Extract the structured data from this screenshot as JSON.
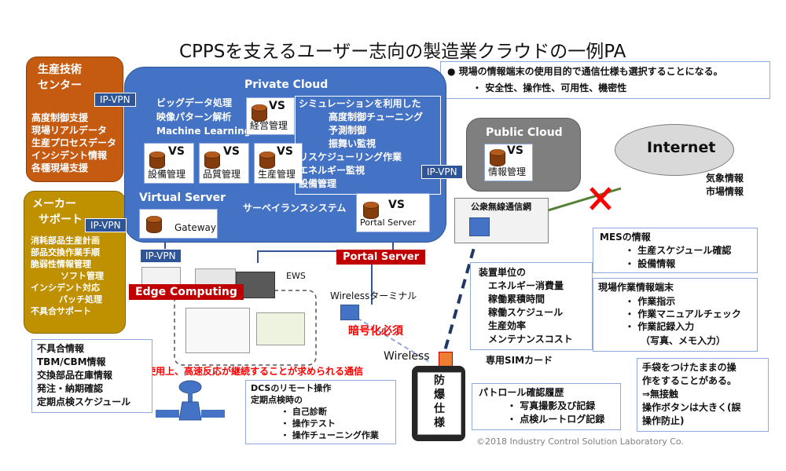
{
  "title": "CPPSを支えるユーザー志向の製造業クラウドの一例PA",
  "note_top": {
    "line1": "現場の情報端末の使用目的で通信仕様も選択することになる。",
    "line2": "安全性、操作性、可用性、機密性"
  },
  "tech_center": {
    "title1": "生産技術",
    "title2": "センター",
    "items": [
      "高度制御支援",
      "現場リアルデータ",
      "生産プロセスデータ",
      "インシデント情報",
      "各種現場支援"
    ]
  },
  "maker": {
    "title1": "メーカー",
    "title2": "サポート",
    "items": [
      "消耗部品生産計画",
      "部品交換作業手順",
      "脆弱性情報管理",
      "ソフト管理",
      "インシデント対応",
      "パッチ処理",
      "不具合サポート"
    ]
  },
  "vpn_label": "IP-VPN",
  "private_cloud": {
    "title": "Private Cloud",
    "analytics": [
      "ビッグデータ処理",
      "映像パターン解析",
      "Machine Learning"
    ],
    "vs_label": "VS",
    "vs_keiei": "経営管理",
    "vs_setsubi": "設備管理",
    "vs_hinshitsu": "品質管理",
    "vs_seisan": "生産管理",
    "simulation": [
      "シミュレーションを利用した",
      "高度制御チューニング",
      "予測制御",
      "振舞い監視",
      "リスケジューリング作業",
      "エネルギー監視",
      "設備管理"
    ],
    "virtual_server": "Virtual Server",
    "gateway": "Gateway",
    "surveillance": "サーベイランスシステム",
    "portal_server": "Portal Server"
  },
  "public_cloud": {
    "title": "Public Cloud",
    "vs_label": "VS",
    "info_mgmt": "情報管理"
  },
  "internet": "Internet",
  "weather": [
    "気象情報",
    "市場情報"
  ],
  "wireless_network": "公衆無線通信網",
  "portal_server_label": "Portal Server",
  "edge_computing": "Edge Computing",
  "ews": "EWS",
  "wireless_terminal": "Wirelessターミナル",
  "encryption": "暗号化必須",
  "wireless": "Wireless",
  "sim_card": "専用SIMカード",
  "tablet_text": [
    "防",
    "爆",
    "仕",
    "様"
  ],
  "realtime_note": "使用上、高速反応が継続することが求められる通信",
  "equipment": {
    "title": "装置単位の",
    "items": [
      "エネルギー消費量",
      "稼働累積時間",
      "稼働スケジュール",
      "生産効率",
      "メンテナンスコスト"
    ]
  },
  "mes": {
    "title": "MESの情報",
    "items": [
      "生産スケジュール確認",
      "設備情報"
    ]
  },
  "field_terminal": {
    "title": "現場作業情報端末",
    "items": [
      "作業指示",
      "作業マニュアルチェック",
      "作業記録入力"
    ],
    "sub": "（写真、メモ入力）"
  },
  "gloves": [
    "手袋をつけたままの操",
    "作をすることがある。",
    "⇒無接触",
    "操作ボタンは大きく(誤",
    "操作防止)"
  ],
  "defect": [
    "不具合情報",
    "TBM/CBM情報",
    "交換部品在庫情報",
    "発注・納期確認",
    "定期点検スケジュール"
  ],
  "dcs": {
    "title1": "DCSのリモート操作",
    "title2": "定期点検時の",
    "items": [
      "自己診断",
      "操作テスト",
      "操作チューニング作業"
    ]
  },
  "patrol": {
    "title": "パトロール確認履歴",
    "items": [
      "写真撮影及び記録",
      "点検ルートログ記録"
    ]
  },
  "copyright": "©2018 Industry Control Solution Laboratory Co.",
  "colors": {
    "private_cloud": "#4472c4",
    "orange": "#c55a11",
    "gold": "#bf9000",
    "vpn": "#2e5597",
    "red": "#c00000",
    "public_cloud": "#7f7f7f"
  }
}
